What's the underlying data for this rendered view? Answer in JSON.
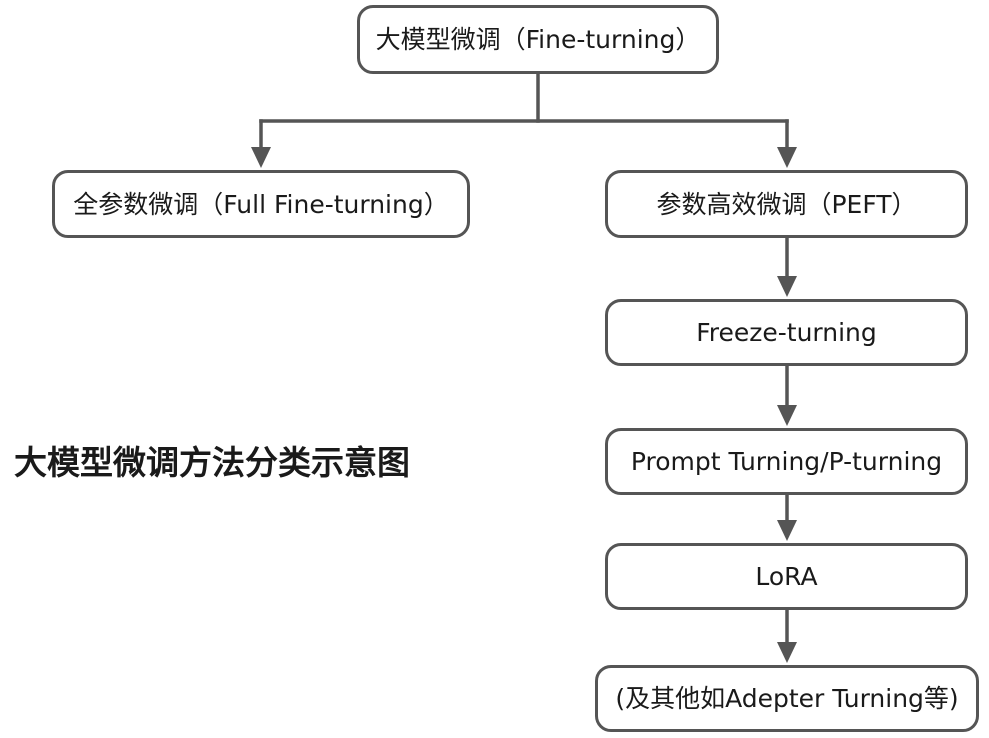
{
  "diagram": {
    "caption": "大模型微调方法分类示意图",
    "nodes": {
      "root": "大模型微调（Fine-turning）",
      "full": "全参数微调（Full Fine-turning）",
      "peft": "参数高效微调（PEFT）",
      "freeze": "Freeze-turning",
      "prompt": "Prompt Turning/P-turning",
      "lora": "LoRA",
      "others": "(及其他如Adepter Turning等)"
    }
  }
}
